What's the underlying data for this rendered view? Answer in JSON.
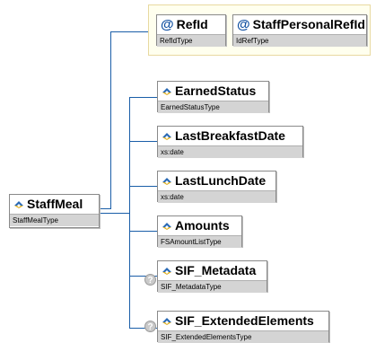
{
  "root": {
    "name": "StaffMeal",
    "type": "StaffMealType"
  },
  "attributes": [
    {
      "name": "RefId",
      "type": "RefIdType"
    },
    {
      "name": "StaffPersonalRefId",
      "type": "IdRefType"
    }
  ],
  "elements": [
    {
      "name": "EarnedStatus",
      "type": "EarnedStatusType"
    },
    {
      "name": "LastBreakfastDate",
      "type": "xs:date"
    },
    {
      "name": "LastLunchDate",
      "type": "xs:date"
    },
    {
      "name": "Amounts",
      "type": "FSAmountListType"
    },
    {
      "name": "SIF_Metadata",
      "type": "SIF_MetadataType"
    },
    {
      "name": "SIF_ExtendedElements",
      "type": "SIF_ExtendedElementsType"
    }
  ],
  "optional_marker": "?",
  "attribute_marker": "@"
}
